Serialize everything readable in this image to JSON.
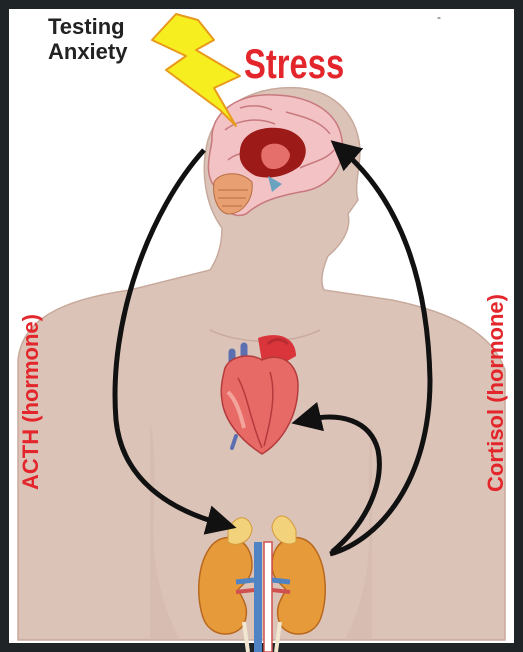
{
  "labels": {
    "trigger_line1": "Testing",
    "trigger_line2": "Anxiety",
    "main": "Stress",
    "left_arrow": "ACTH (hormone)",
    "right_arrow": "Cortisol (hormone)",
    "corner_mark": "-"
  },
  "colors": {
    "label_red": "#e3262b",
    "frame": "#1f2426",
    "body_skin": "#dcc3b8",
    "bolt_yellow": "#f6ee1e",
    "arrow": "#111111"
  },
  "icons": [
    "lightning-bolt-icon",
    "brain-icon",
    "heart-icon",
    "kidneys-icon",
    "adrenal-glands-icon"
  ]
}
